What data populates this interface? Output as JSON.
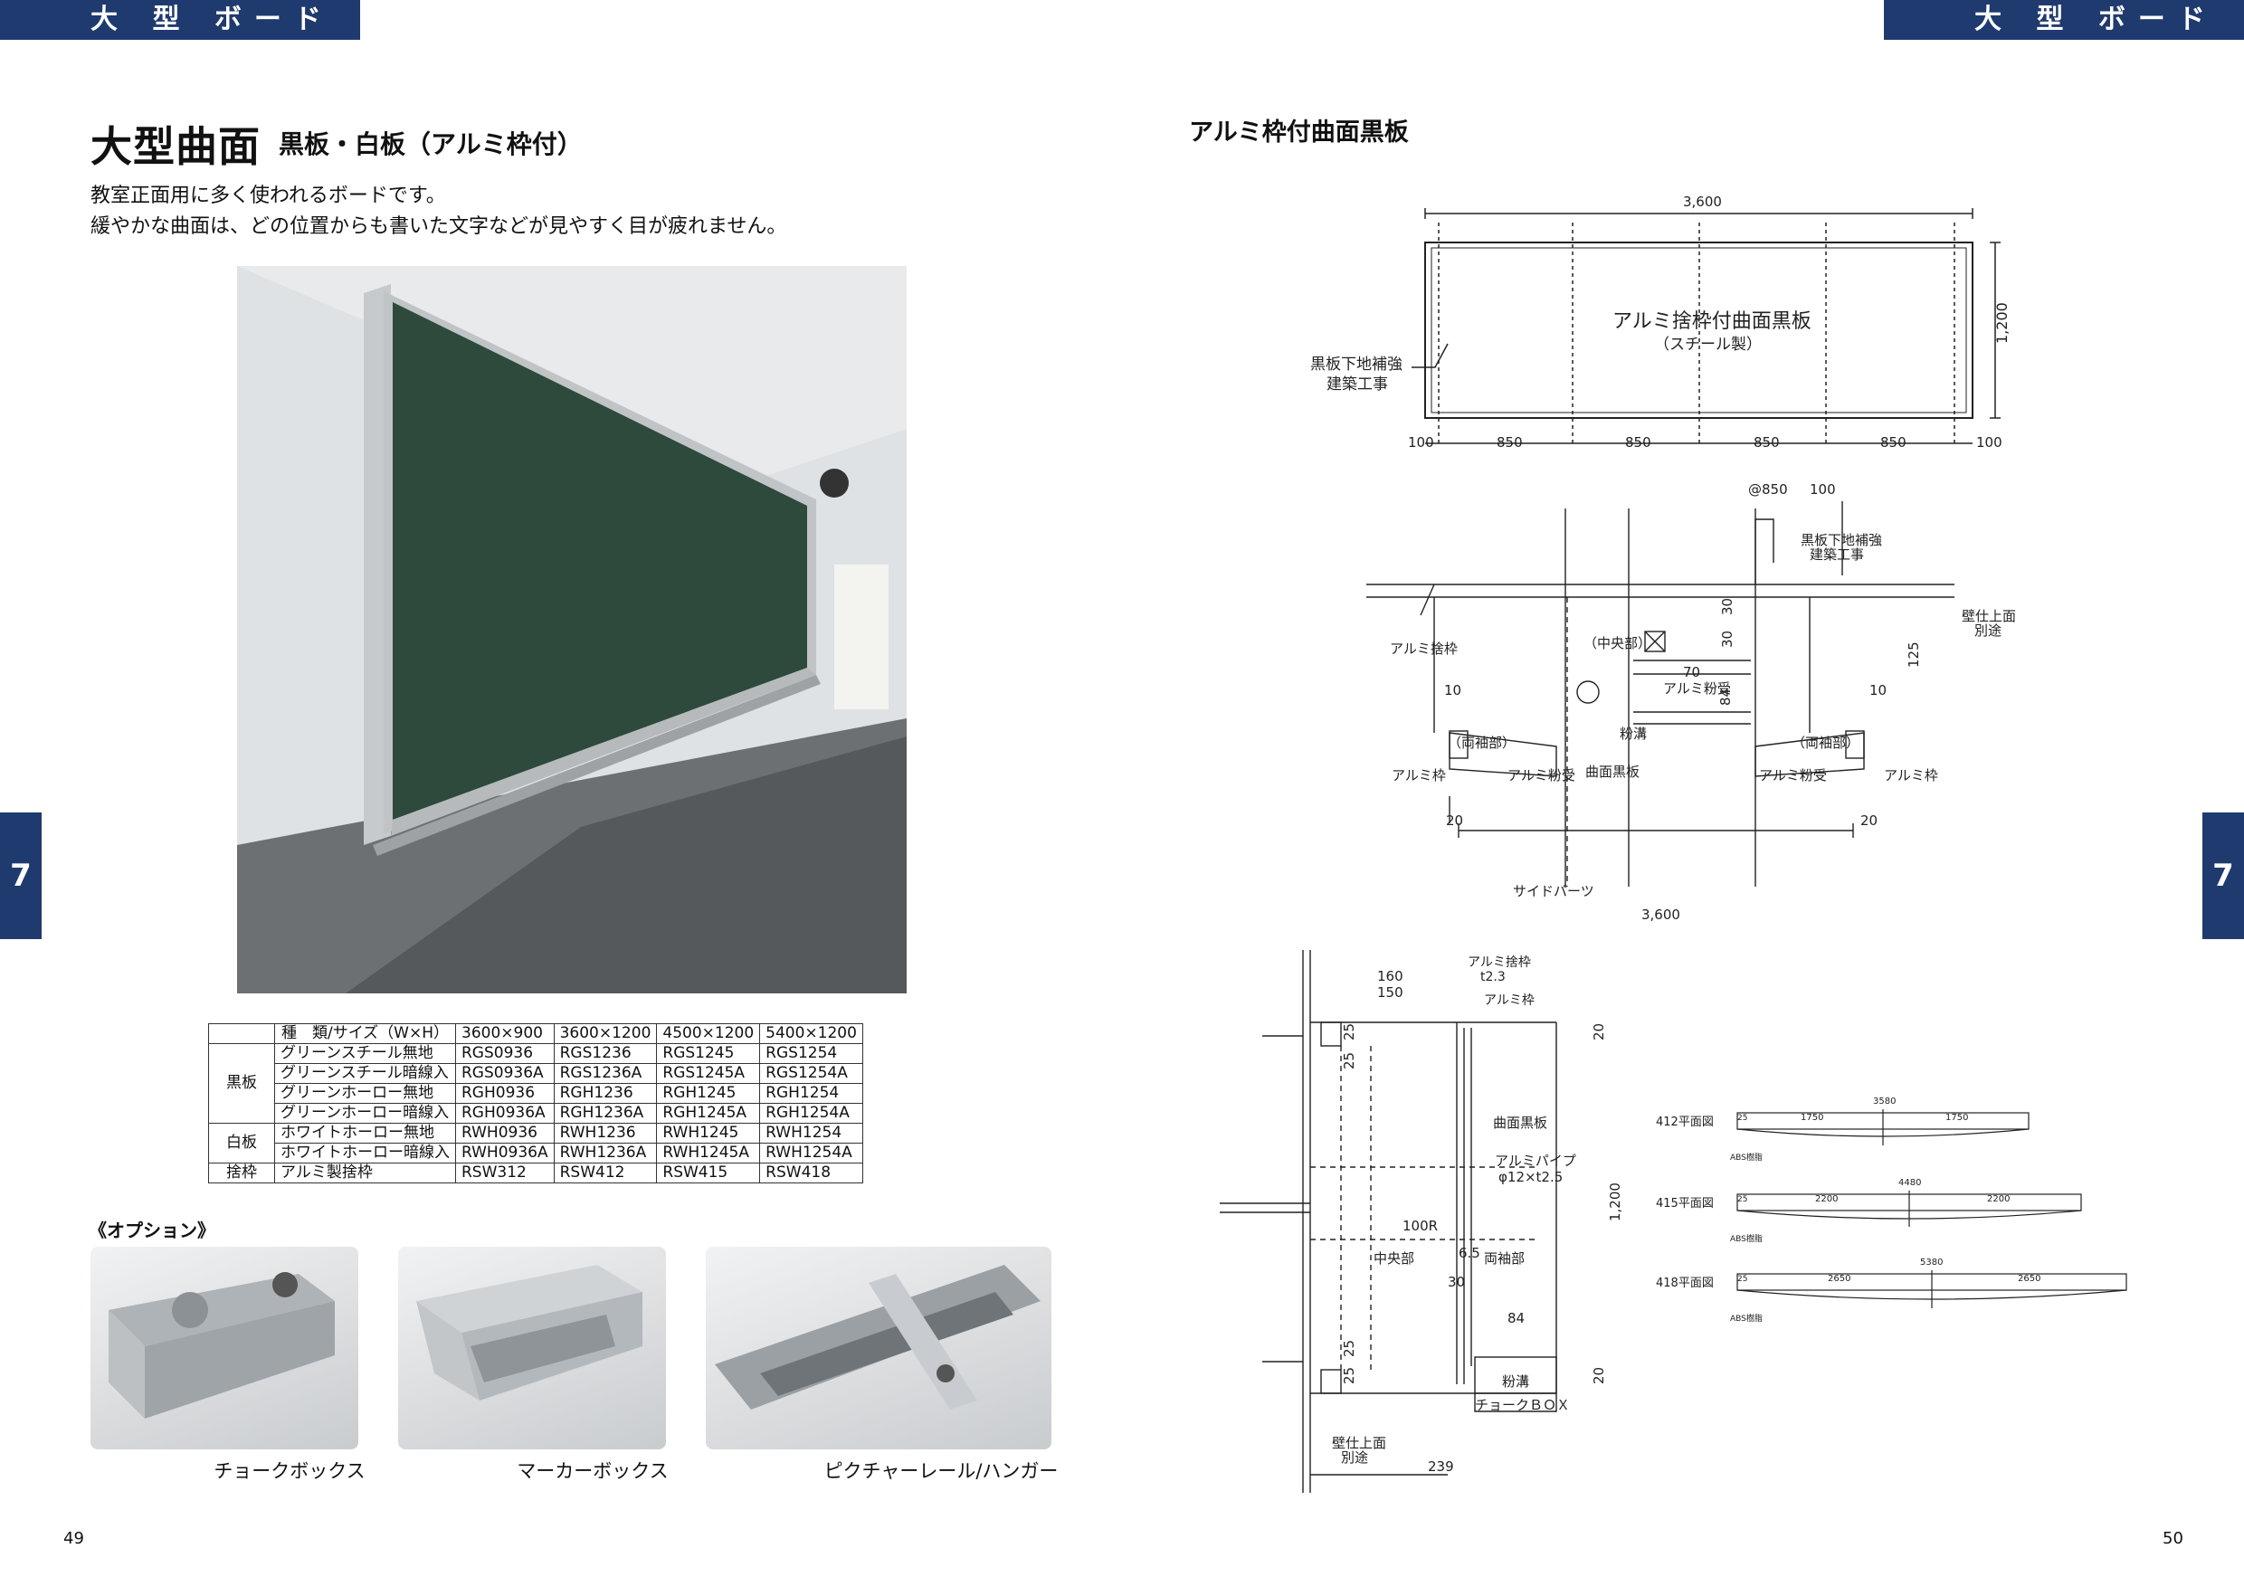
{
  "header": {
    "left_banner": "大 型 ボード",
    "right_banner": "大 型 ボード"
  },
  "side_tabs": {
    "left": "7",
    "right": "7"
  },
  "page_numbers": {
    "left": "49",
    "right": "50"
  },
  "left": {
    "title": "大型曲面",
    "subtitle": "黒板・白板（アルミ枠付）",
    "intro": [
      "教室正面用に多く使われるボードです。",
      "緩やかな曲面は、どの位置からも書いた文字などが見やすく目が疲れません。"
    ],
    "table": {
      "header": [
        "種　類/サイズ（W×H）",
        "3600×900",
        "3600×1200",
        "4500×1200",
        "5400×1200"
      ],
      "groups": [
        {
          "category": "黒板",
          "rows": [
            [
              "グリーンスチール無地",
              "RGS0936",
              "RGS1236",
              "RGS1245",
              "RGS1254"
            ],
            [
              "グリーンスチール暗線入",
              "RGS0936A",
              "RGS1236A",
              "RGS1245A",
              "RGS1254A"
            ],
            [
              "グリーンホーロー無地",
              "RGH0936",
              "RGH1236",
              "RGH1245",
              "RGH1254"
            ],
            [
              "グリーンホーロー暗線入",
              "RGH0936A",
              "RGH1236A",
              "RGH1245A",
              "RGH1254A"
            ]
          ]
        },
        {
          "category": "白板",
          "rows": [
            [
              "ホワイトホーロー無地",
              "RWH0936",
              "RWH1236",
              "RWH1245",
              "RWH1254"
            ],
            [
              "ホワイトホーロー暗線入",
              "RWH0936A",
              "RWH1236A",
              "RWH1245A",
              "RWH1254A"
            ]
          ]
        },
        {
          "category": "捨枠",
          "rows": [
            [
              "アルミ製捨枠",
              "RSW312",
              "RSW412",
              "RSW415",
              "RSW418"
            ]
          ]
        }
      ]
    },
    "options_label": "《オプション》",
    "options": [
      "チョークボックス",
      "マーカーボックス",
      "ピクチャーレール/ハンガー"
    ]
  },
  "right": {
    "drawing_title": "アルミ枠付曲面黒板",
    "elevation": {
      "overall_width": "3,600",
      "height": "1,200",
      "center_label": "アルミ捨枠付曲面黒板",
      "center_sub": "（スチール製）",
      "note_line1": "黒板下地補強",
      "note_line2": "建築工事",
      "dims": [
        "100",
        "850",
        "850",
        "850",
        "850",
        "100"
      ]
    },
    "plan": {
      "top_dims": [
        "@850",
        "100"
      ],
      "note1": "黒板下地補強",
      "note2": "建築工事",
      "wall": "壁仕上面",
      "wall2": "別途",
      "labels": [
        "アルミ捨枠",
        "（中央部）",
        "アルミ粉受",
        "粉溝",
        "曲面黒板",
        "（両袖部）",
        "（両袖部）",
        "アルミ枠",
        "アルミ粉受",
        "アルミ粉受",
        "アルミ枠",
        "サイドパーツ"
      ],
      "nums": [
        "30",
        "30",
        "70",
        "84",
        "125",
        "10",
        "10",
        "20",
        "20"
      ],
      "bottom": "3,600"
    },
    "section": {
      "labels": [
        "アルミ捨枠",
        "t2.3",
        "アルミ枠",
        "曲面黒板",
        "アルミパイプ",
        "φ12×t2.5",
        "100R",
        "中央部",
        "両袖部",
        "粉溝",
        "チョークＢＯＸ",
        "壁仕上面",
        "別途"
      ],
      "nums": [
        "160",
        "150",
        "25",
        "25",
        "20",
        "1,200",
        "6.5",
        "30",
        "84",
        "25",
        "25",
        "20",
        "239"
      ]
    },
    "mini_plans": [
      {
        "label": "412平面図",
        "total": "3580",
        "parts": [
          "1750",
          "1750"
        ],
        "edge": "25",
        "abs": "ABS樹脂"
      },
      {
        "label": "415平面図",
        "total": "4480",
        "parts": [
          "2200",
          "2200"
        ],
        "edge": "25",
        "abs": "ABS樹脂"
      },
      {
        "label": "418平面図",
        "total": "5380",
        "parts": [
          "2650",
          "2650"
        ],
        "edge": "25",
        "abs": "ABS樹脂"
      }
    ]
  }
}
